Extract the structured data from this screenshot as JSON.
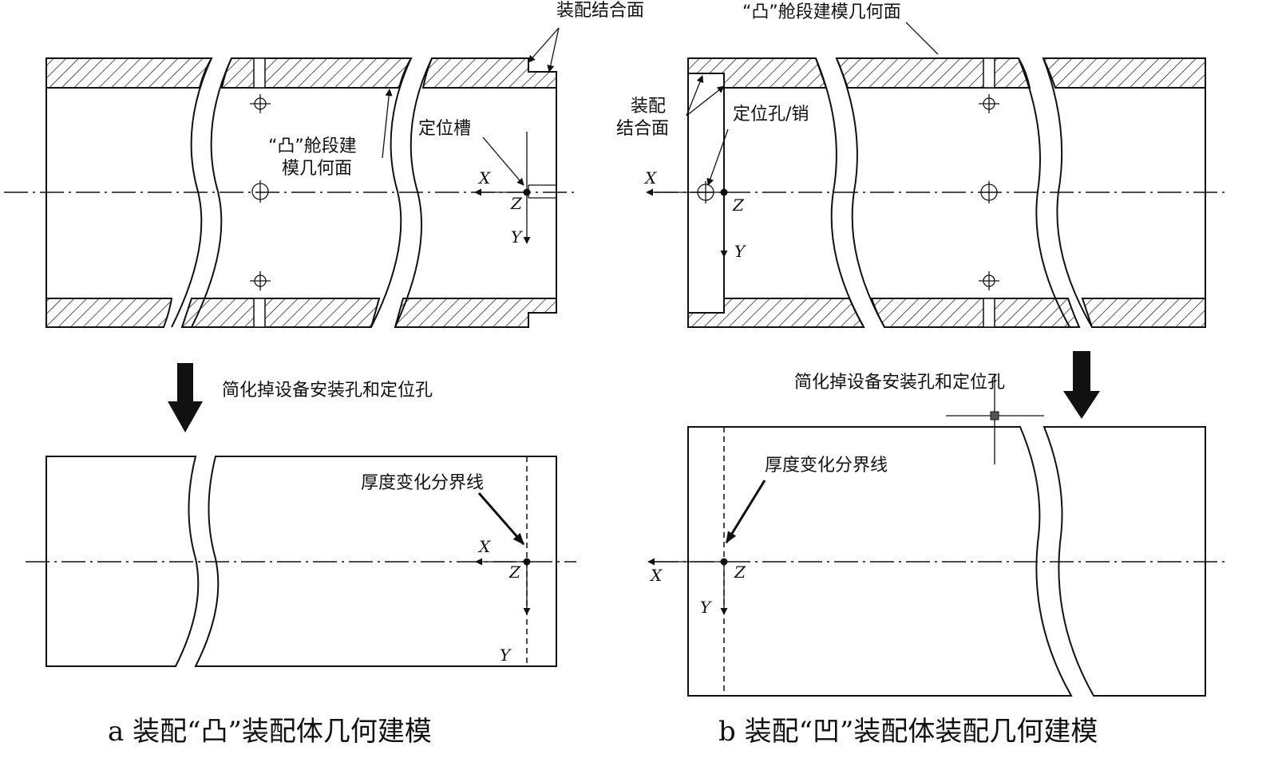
{
  "panel_a": {
    "label_assembly_surface": "装配结合面",
    "label_convex_geometry": [
      "“凸”舱段建",
      "模几何面"
    ],
    "label_locating_groove": "定位槽",
    "label_simplify": "简化掉设备安装孔和定位孔",
    "label_thickness_line": "厚度变化分界线",
    "axis_x": "X",
    "axis_y": "Y",
    "axis_z": "Z",
    "caption": "a 装配“凸”装配体几何建模"
  },
  "panel_b": {
    "label_convex_geometry": "“凸”舱段建模几何面",
    "label_assembly_surface": [
      "装配",
      "结合面"
    ],
    "label_locating_pin": "定位孔/销",
    "label_simplify": "简化掉设备安装孔和定位孔",
    "label_thickness_line": "厚度变化分界线",
    "axis_x": "X",
    "axis_y": "Y",
    "axis_z": "Z",
    "caption": "b 装配“凹”装配体装配几何建模"
  }
}
